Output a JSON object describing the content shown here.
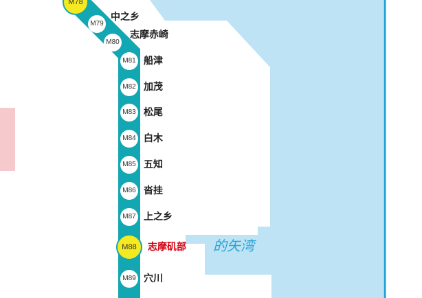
{
  "colors": {
    "water": "#bde3f5",
    "line": "#12a7b2",
    "major_station": "#f5ea22",
    "highlight_name": "#d40010",
    "shore": "#1a9fd4",
    "side_panel": "#f6c9cd"
  },
  "line": {
    "stations": [
      {
        "code": "M78",
        "name": "",
        "major": true
      },
      {
        "code": "M79",
        "name": "中之乡",
        "major": false
      },
      {
        "code": "M80",
        "name": "志摩赤崎",
        "major": false
      },
      {
        "code": "M81",
        "name": "船津",
        "major": false
      },
      {
        "code": "M82",
        "name": "加茂",
        "major": false
      },
      {
        "code": "M83",
        "name": "松尾",
        "major": false
      },
      {
        "code": "M84",
        "name": "白木",
        "major": false
      },
      {
        "code": "M85",
        "name": "五知",
        "major": false
      },
      {
        "code": "M86",
        "name": "沓挂",
        "major": false
      },
      {
        "code": "M87",
        "name": "上之乡",
        "major": false
      },
      {
        "code": "M88",
        "name": "志摩矶部",
        "major": true
      },
      {
        "code": "M89",
        "name": "穴川",
        "major": false
      }
    ]
  },
  "water_labels": {
    "bay": "的矢湾"
  }
}
